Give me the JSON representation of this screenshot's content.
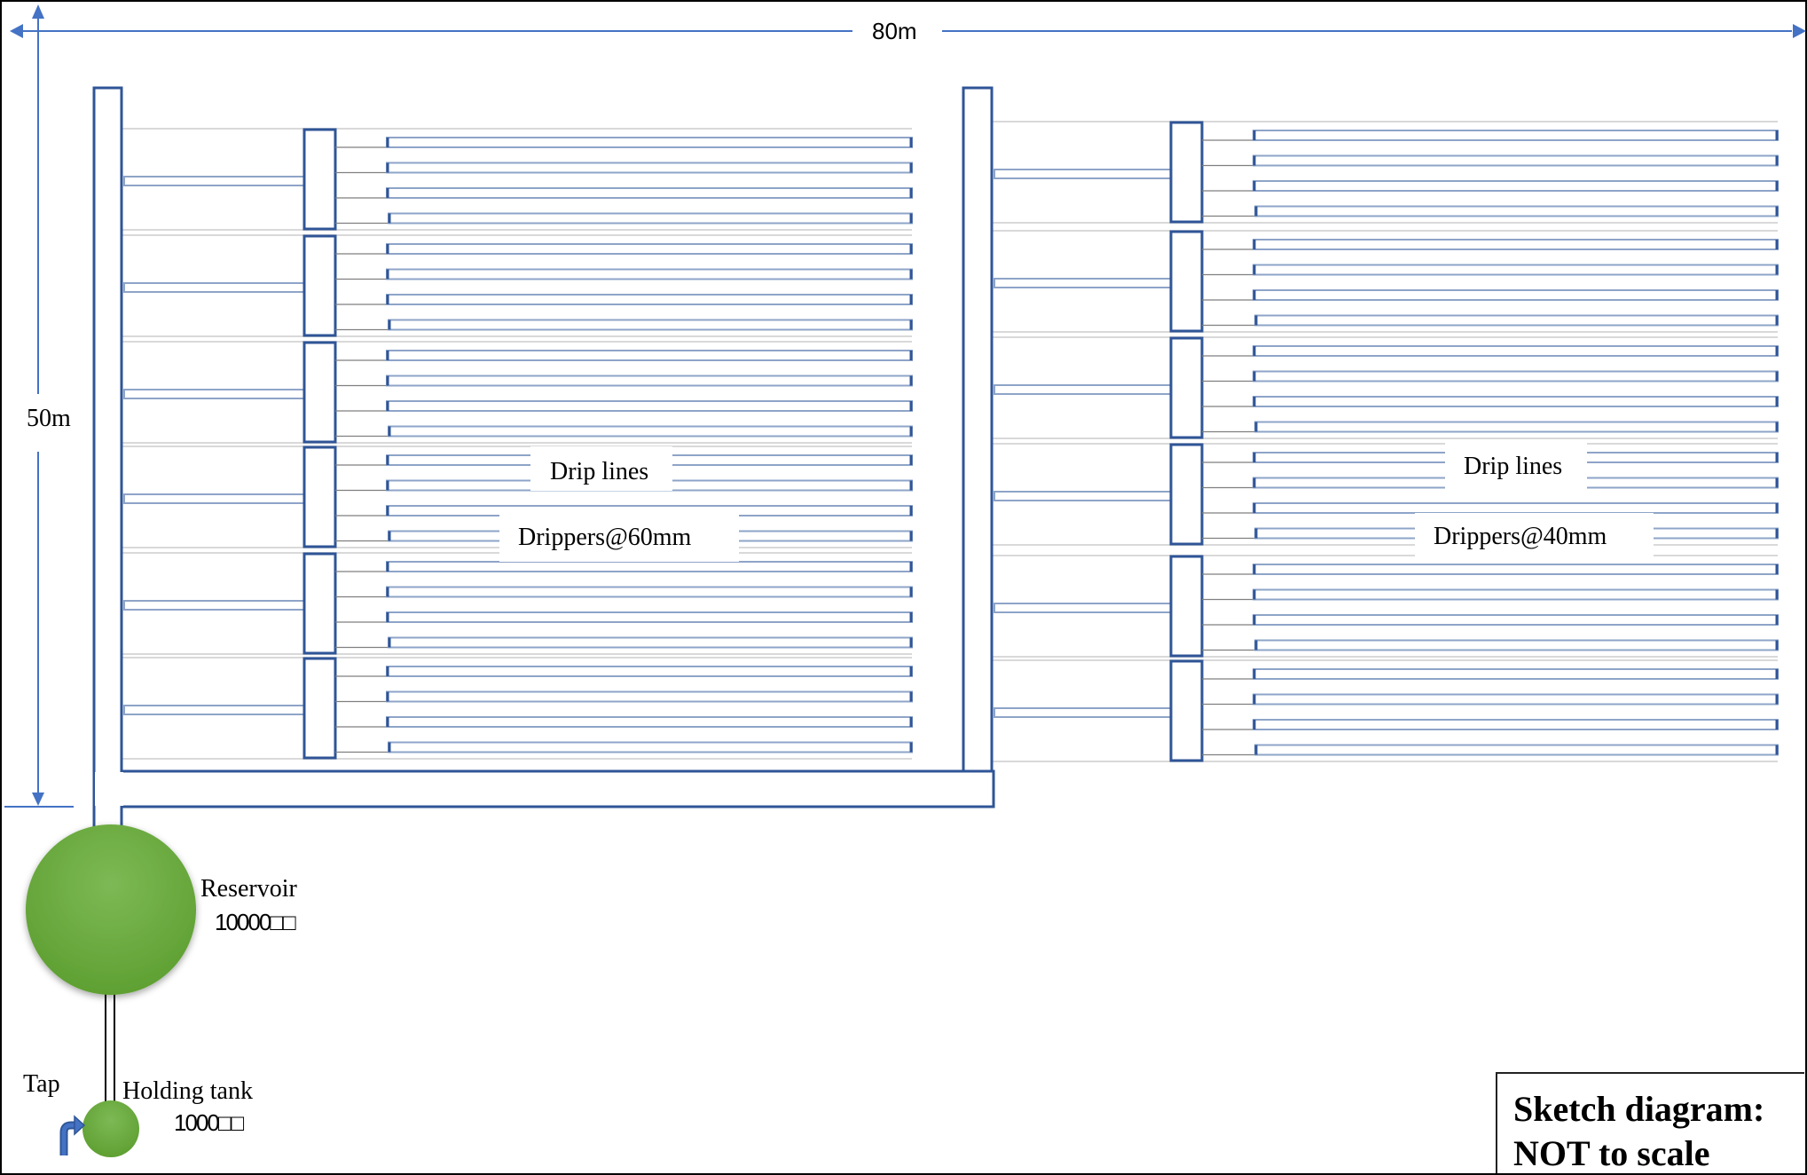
{
  "diagram": {
    "title_note": {
      "line1": "Sketch diagram:",
      "line2": "NOT to scale"
    },
    "dimensions": {
      "width_label": "80m",
      "height_label": "50m"
    },
    "sections": [
      {
        "id": "left",
        "drip_label": "Drip lines",
        "dripper_label": "Drippers@60mm",
        "blocks": 6,
        "drip_lines_per_block": 4
      },
      {
        "id": "right",
        "drip_label": "Drip lines",
        "dripper_label": "Drippers@40mm",
        "blocks": 6,
        "drip_lines_per_block": 4
      }
    ],
    "reservoir": {
      "label": "Reservoir",
      "capacity": "10000□□"
    },
    "holding_tank": {
      "label": "Holding tank",
      "capacity": "1000□□"
    },
    "tap": {
      "label": "Tap"
    },
    "colors": {
      "pipe": "#2F5597",
      "pipe_light": "#8EA4C8",
      "dimension": "#4472C4",
      "tank": "#70AD47",
      "divider": "#D9D9D9",
      "connector": "#7F7F7F"
    }
  }
}
